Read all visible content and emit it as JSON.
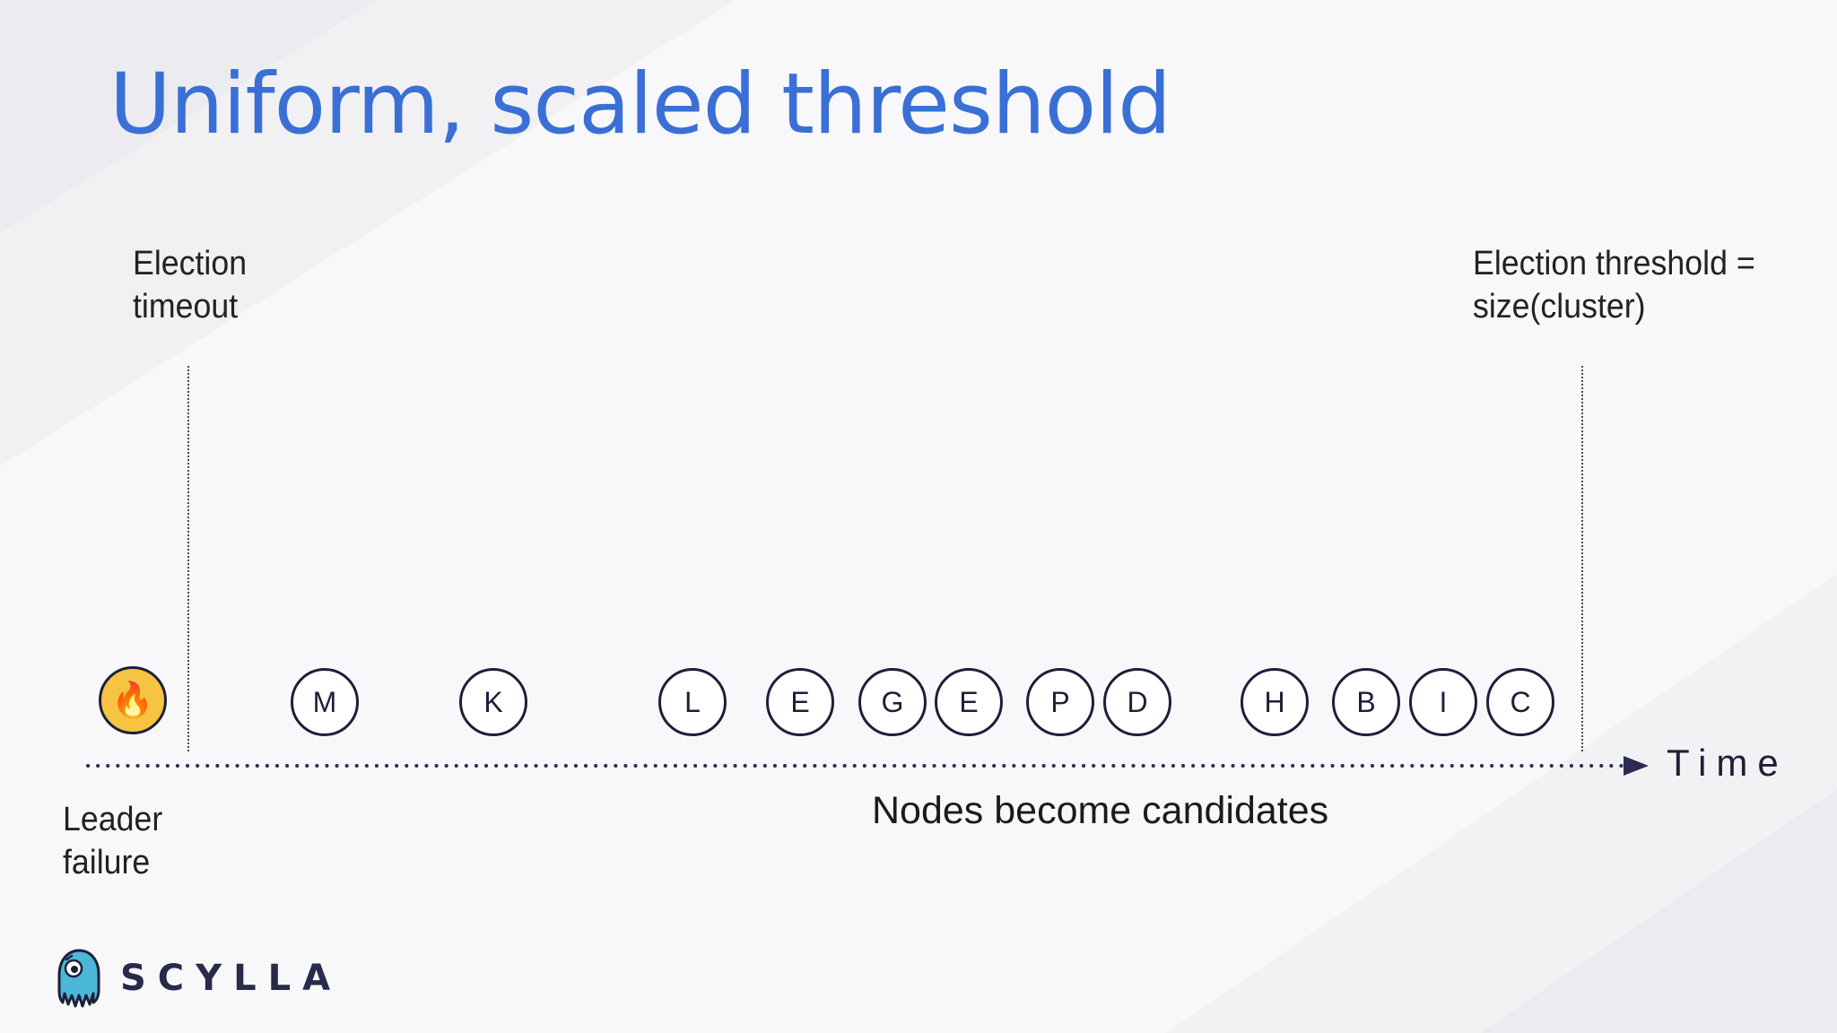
{
  "slide": {
    "title": "Uniform, scaled threshold"
  },
  "labels": {
    "election_timeout": [
      "Election",
      "timeout"
    ],
    "election_threshold": [
      "Election threshold =",
      "size(cluster)"
    ],
    "leader_failure": [
      "Leader",
      "failure"
    ],
    "time_axis": "Time",
    "nodes_caption": "Nodes become candidates"
  },
  "nodes": [
    {
      "label": "M"
    },
    {
      "label": "K"
    },
    {
      "label": "L"
    },
    {
      "label": "E"
    },
    {
      "label": "G"
    },
    {
      "label": "E"
    },
    {
      "label": "P"
    },
    {
      "label": "D"
    },
    {
      "label": "H"
    },
    {
      "label": "B"
    },
    {
      "label": "I"
    },
    {
      "label": "C"
    }
  ],
  "leader_node": {
    "icon": "fire-icon",
    "glyph": "🔥",
    "color": "#f7c342"
  },
  "logo": {
    "text": "SCYLLA",
    "icon": "scylla-octopus-icon"
  },
  "colors": {
    "title": "#3a6fd6",
    "node_border": "#1d1f3a",
    "timeline": "#2b2d50",
    "logo_teal": "#4bb8d8"
  }
}
